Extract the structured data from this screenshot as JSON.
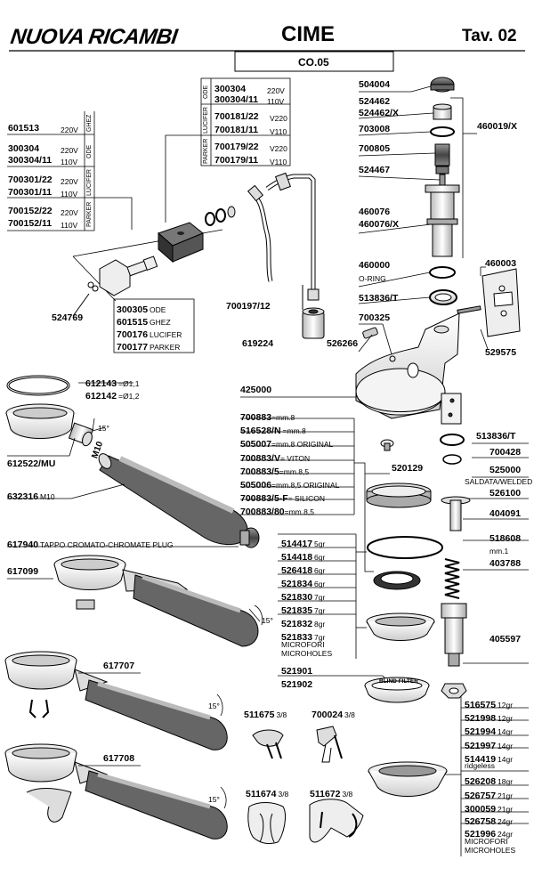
{
  "header": {
    "brand": "NUOVA RICAMBI",
    "title": "CIME",
    "table": "Tav. 02",
    "model": "CO.05"
  },
  "solenoid_top": {
    "ode_label": "ODE",
    "lucifer_label": "LUCIFER",
    "parker_label": "PARKER",
    "rows": [
      {
        "code": "300304",
        "volt": "220V"
      },
      {
        "code": "300304/11",
        "volt": "110V"
      },
      {
        "code": "700181/22",
        "volt": "V220"
      },
      {
        "code": "700181/11",
        "volt": "V110"
      },
      {
        "code": "700179/22",
        "volt": "V220"
      },
      {
        "code": "700179/11",
        "volt": "V110"
      }
    ]
  },
  "solenoid_left": {
    "ghez_label": "GHEZ",
    "ode_label": "ODE",
    "lucifer_label": "LUCIFER",
    "parker_label": "PARKER",
    "rows": [
      {
        "code": "601513",
        "volt": "220V"
      },
      {
        "code": "300304",
        "volt": "220V"
      },
      {
        "code": "300304/11",
        "volt": "110V"
      },
      {
        "code": "700301/22",
        "volt": "220V"
      },
      {
        "code": "700301/11",
        "volt": "110V"
      },
      {
        "code": "700152/22",
        "volt": "220V"
      },
      {
        "code": "700152/11",
        "volt": "110V"
      }
    ]
  },
  "valve_body": {
    "rows": [
      {
        "code": "300305",
        "sub": "ODE"
      },
      {
        "code": "601515",
        "sub": "GHEZ"
      },
      {
        "code": "700176",
        "sub": "LUCIFER"
      },
      {
        "code": "700177",
        "sub": "PARKER"
      }
    ]
  },
  "labels": {
    "l524769": "524769",
    "l700197": "700197/12",
    "l619224": "619224",
    "l526266": "526266",
    "l504004": "504004",
    "l524462": "524462",
    "l524462x": "524462/X",
    "l703008": "703008",
    "l700805": "700805",
    "l524467": "524467",
    "l460019": "460019/X",
    "l460076": "460076",
    "l460076x": "460076/X",
    "l460000": "460000",
    "l460000s": "O-RING",
    "l460003": "460003",
    "l513836t": "513836/T",
    "l700325": "700325",
    "l529575": "529575",
    "l425000": "425000",
    "l612143": "612143",
    "l612143s": "=Ø1,1",
    "l612142": "612142",
    "l612142s": "=Ø1,2",
    "l612522": "612522/MU",
    "l15a": "15°",
    "lM10": "M10",
    "l632316": "632316",
    "l632316s": "M10",
    "l617940": "617940",
    "l617940s": "TAPPO CROMATO-CHROMATE PLUG",
    "l617099": "617099",
    "l15b": "15°",
    "l617707": "617707",
    "l15c": "15°",
    "l617708": "617708",
    "l15d": "15°",
    "l513836t2": "513836/T",
    "l700428": "700428",
    "l525000": "525000",
    "l525000s": "SALDATA/WELDED",
    "l520129": "520129",
    "l526100": "526100",
    "l404091": "404091",
    "l518608": "518608",
    "l518608s": "mm.1",
    "l403788": "403788",
    "l405597": "405597",
    "l511675": "511675",
    "l511675s": "3/8",
    "l700024": "700024",
    "l700024s": "3/8",
    "l511674": "511674",
    "l511674s": "3/8",
    "l511672": "511672",
    "l511672s": "3/8",
    "l521901": "521901",
    "l521902": "521902",
    "blind": "BLIND FILTER"
  },
  "gaskets": [
    {
      "code": "700883",
      "sub": "=mm.8"
    },
    {
      "code": "516528/N",
      "sub": "=mm.8"
    },
    {
      "code": "505007",
      "sub": "=mm.8 ORIGINAL"
    },
    {
      "code": "700883/V",
      "sub": "= VITON"
    },
    {
      "code": "700883/5",
      "sub": "=mm.8,5"
    },
    {
      "code": "505006",
      "sub": "=mm.8,5 ORIGINAL"
    },
    {
      "code": "700883/5-F",
      "sub": "= SILICON"
    },
    {
      "code": "700883/80",
      "sub": "=mm.8,5"
    }
  ],
  "filters_mid": [
    {
      "code": "514417",
      "sub": "5gr"
    },
    {
      "code": "514418",
      "sub": "6gr"
    },
    {
      "code": "526418",
      "sub": "6gr"
    },
    {
      "code": "521834",
      "sub": "6gr"
    },
    {
      "code": "521830",
      "sub": "7gr"
    },
    {
      "code": "521835",
      "sub": "7gr"
    },
    {
      "code": "521832",
      "sub": "8gr"
    },
    {
      "code": "521833",
      "sub": "7gr"
    }
  ],
  "filters_mid_note": [
    "MICROFORI",
    "MICROHOLES"
  ],
  "filters_right": [
    {
      "code": "516575",
      "sub": "12gr"
    },
    {
      "code": "521998",
      "sub": "12gr"
    },
    {
      "code": "521994",
      "sub": "14gr"
    },
    {
      "code": "521997",
      "sub": "14gr"
    },
    {
      "code": "514419",
      "sub": "14gr"
    },
    {
      "code": "526208",
      "sub": "18gr"
    },
    {
      "code": "526757",
      "sub": "21gr"
    },
    {
      "code": "300059",
      "sub": "21gr"
    },
    {
      "code": "526758",
      "sub": "24gr"
    },
    {
      "code": "521996",
      "sub": "24gr"
    }
  ],
  "filters_right_ridgeless": "ridgeless",
  "filters_right_note": [
    "MICROFORI",
    "MICROHOLES"
  ]
}
